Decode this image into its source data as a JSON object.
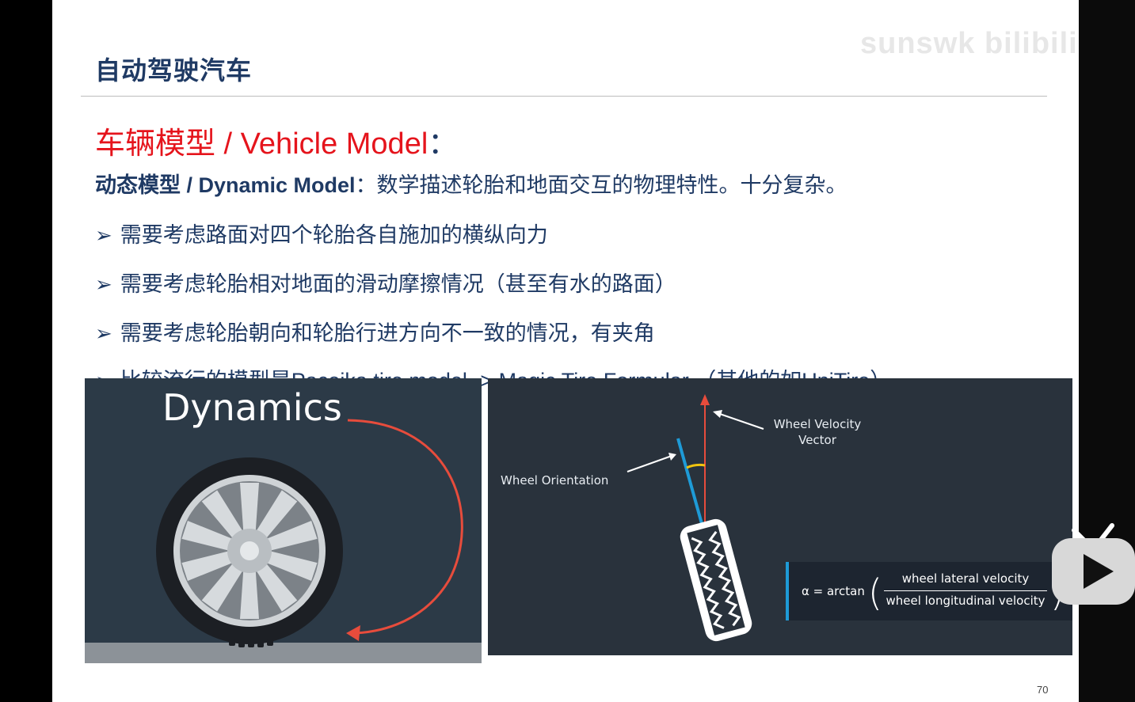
{
  "slide": {
    "title": "自动驾驶汽车",
    "watermark": "sunswk bilibili",
    "heading": "车辆模型 / Vehicle Model",
    "heading_colon": "：",
    "subline_bold": "动态模型 / Dynamic Model",
    "subline_text": "：数学描述轮胎和地面交互的物理特性。十分复杂。",
    "bullet_marker": "➢",
    "bullets": [
      "需要考虑路面对四个轮胎各自施加的横纵向力",
      "需要考虑轮胎相对地面的滑动摩擦情况（甚至有水的路面）",
      "需要考虑轮胎朝向和轮胎行进方向不一致的情况，有夹角",
      "比较流行的模型是Pacejka tire model -> Magic Tire Formular （其他的如UniTire）"
    ],
    "page_number": "70"
  },
  "left_figure": {
    "title": "Dynamics"
  },
  "right_figure": {
    "velocity_label_line1": "Wheel Velocity",
    "velocity_label_line2": "Vector",
    "orientation_label": "Wheel Orientation",
    "formula": {
      "lhs": "α = arctan",
      "numerator": "wheel lateral velocity",
      "denominator": "wheel longitudinal velocity"
    }
  },
  "colors": {
    "slide_title": "#1f3a64",
    "heading_red": "#e5141c",
    "figure_bg": "#2c3a47",
    "arrow_red": "#e74c3c",
    "orientation_blue": "#1e9bd7",
    "angle_yellow": "#f1c40f"
  },
  "icons": {
    "player_button": "bilibili-play-icon"
  }
}
